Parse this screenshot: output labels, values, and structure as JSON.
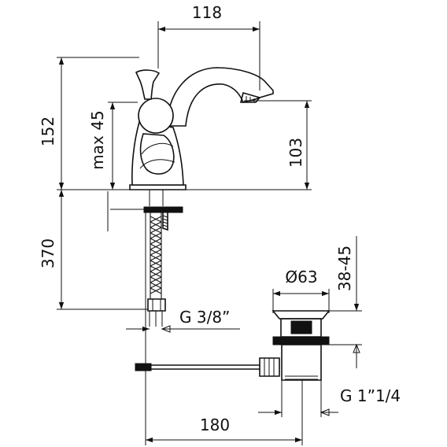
{
  "dimensions": {
    "spout_reach": "118",
    "overall_height": "152",
    "lever_height": "max 45",
    "spout_height": "103",
    "hose_length": "370",
    "inlet_thread": "G 3/8”",
    "waste_diameter": "Ø63",
    "waste_height": "38-45",
    "waste_thread": "G 1”1/4",
    "rod_length": "180"
  }
}
